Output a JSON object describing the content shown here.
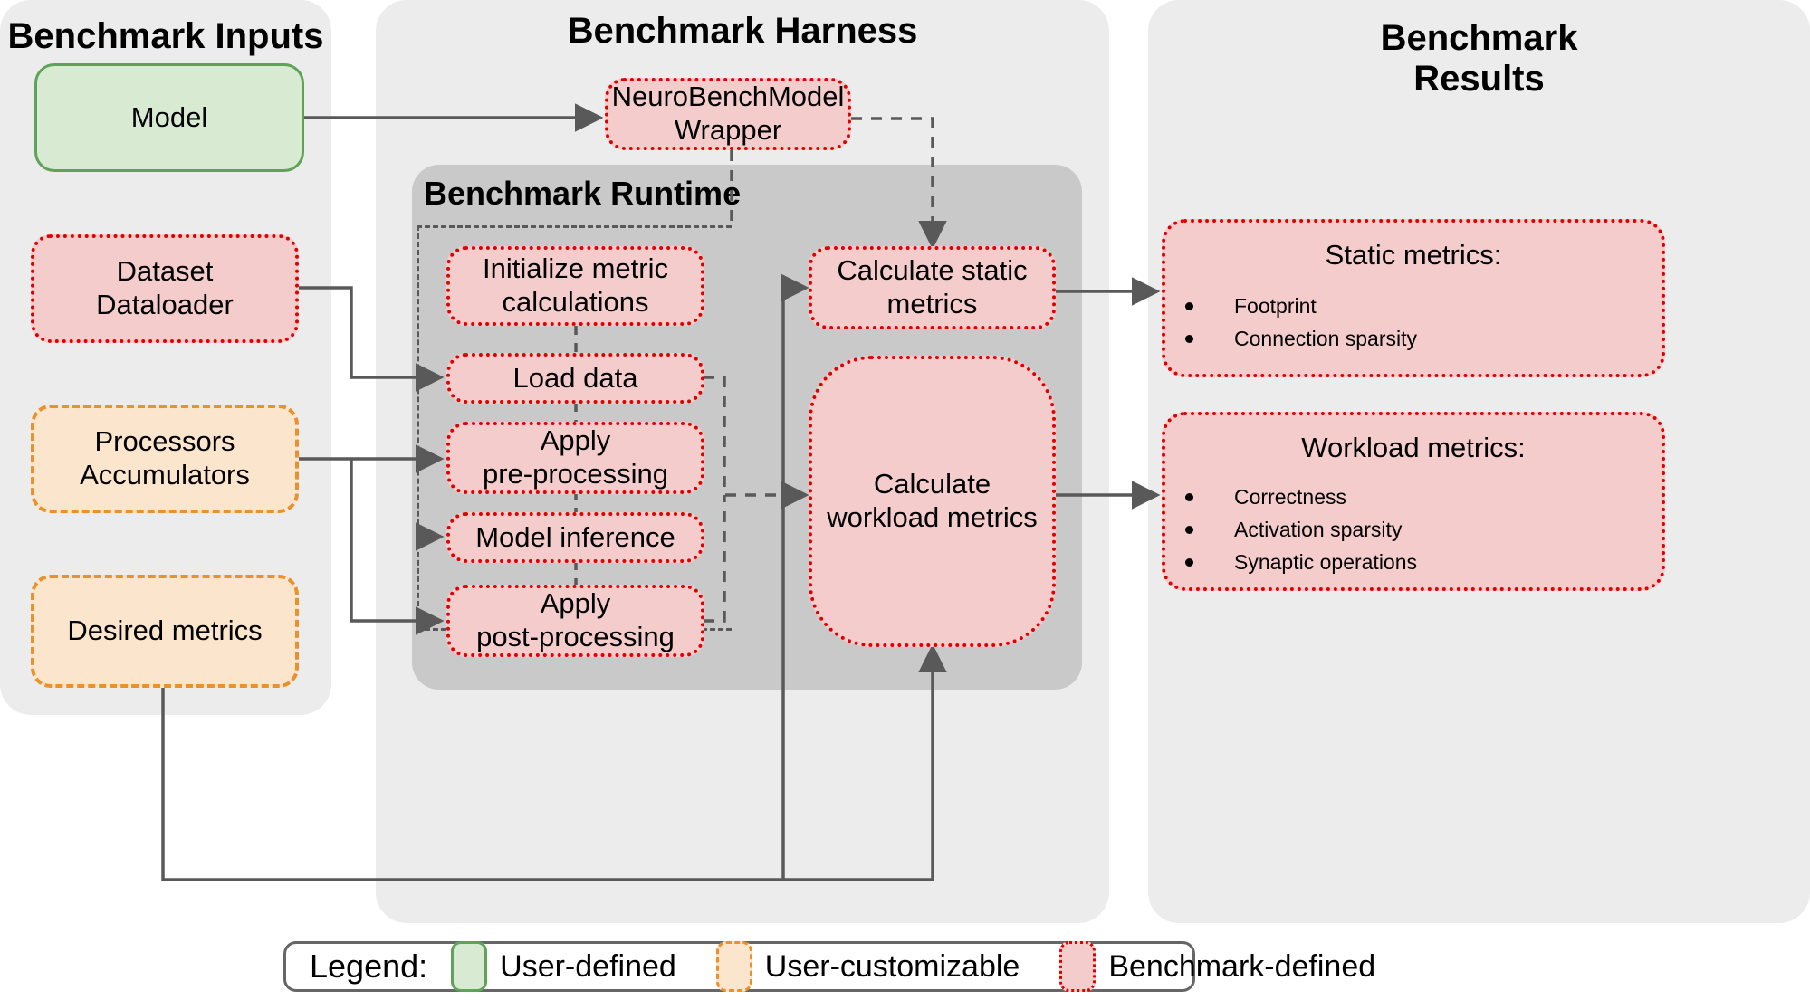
{
  "diagram": {
    "title": "NeuroBench Benchmark Harness Architecture",
    "colors": {
      "panel_bg": "#ececec",
      "runtime_bg": "#c9c9c9",
      "user_defined_fill": "#d9ead3",
      "user_defined_border": "#5ea359",
      "user_customizable_fill": "#fce5cd",
      "user_customizable_border": "#e8912d",
      "benchmark_defined_fill": "#f4cccc",
      "benchmark_defined_border": "#e00000",
      "wire": "#595959"
    }
  },
  "panels": {
    "inputs": {
      "title": "Benchmark Inputs"
    },
    "harness": {
      "title": "Benchmark Harness"
    },
    "results": {
      "title": "Benchmark\nResults"
    },
    "runtime": {
      "title": "Benchmark Runtime"
    }
  },
  "inputs": {
    "nodes": [
      {
        "label": "Model",
        "kind": "user-defined"
      },
      {
        "label": "Dataset\nDataloader",
        "kind": "benchmark-defined"
      },
      {
        "label": "Processors\nAccumulators",
        "kind": "user-customizable"
      },
      {
        "label": "Desired metrics",
        "kind": "user-customizable"
      }
    ]
  },
  "harness": {
    "wrapper": {
      "label": "NeuroBenchModel\nWrapper",
      "kind": "benchmark-defined"
    },
    "steps": [
      {
        "label": "Initialize metric\ncalculations",
        "kind": "benchmark-defined"
      },
      {
        "label": "Load data",
        "kind": "benchmark-defined"
      },
      {
        "label": "Apply\npre-processing",
        "kind": "benchmark-defined"
      },
      {
        "label": "Model inference",
        "kind": "benchmark-defined"
      },
      {
        "label": "Apply\npost-processing",
        "kind": "benchmark-defined"
      }
    ],
    "calculators": [
      {
        "label": "Calculate static\nmetrics",
        "kind": "benchmark-defined"
      },
      {
        "label": "Calculate\nworkload metrics",
        "kind": "benchmark-defined"
      }
    ]
  },
  "results": {
    "cards": [
      {
        "title": "Static metrics:",
        "items": [
          "Footprint",
          "Connection sparsity"
        ]
      },
      {
        "title": "Workload metrics:",
        "items": [
          "Correctness",
          "Activation sparsity",
          "Synaptic operations"
        ]
      }
    ]
  },
  "legend": {
    "label": "Legend:",
    "entries": [
      {
        "text": "User-defined",
        "kind": "user-defined"
      },
      {
        "text": "User-customizable",
        "kind": "user-customizable"
      },
      {
        "text": "Benchmark-defined",
        "kind": "benchmark-defined"
      }
    ]
  }
}
